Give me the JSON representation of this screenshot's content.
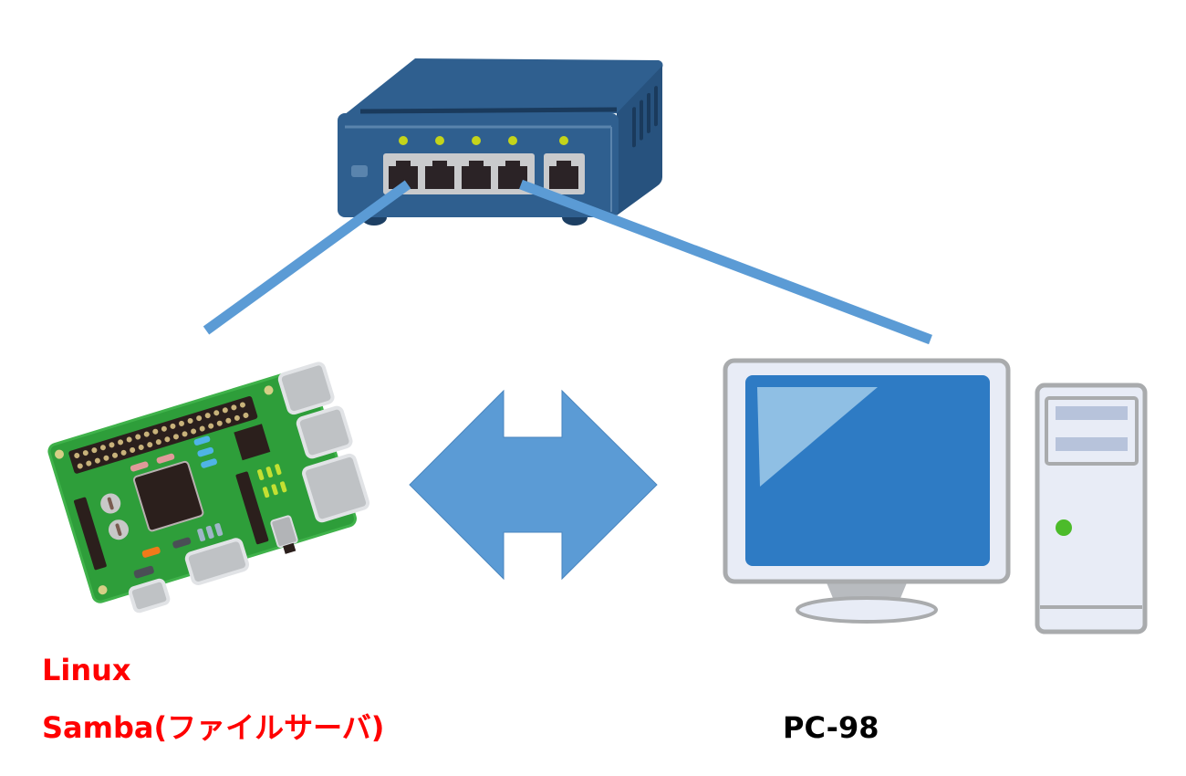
{
  "diagram": {
    "title": "",
    "nodes": [
      {
        "id": "switch",
        "kind": "network-switch",
        "ports": 5,
        "led_color": "#c4d41a"
      },
      {
        "id": "server",
        "kind": "raspberry-pi",
        "label_lines": [
          "Linux",
          "Samba(ファイルサーバ)"
        ],
        "label_color": "#ff0000"
      },
      {
        "id": "client",
        "kind": "desktop-pc",
        "label_lines": [
          "PC-98"
        ],
        "label_color": "#000000"
      }
    ],
    "edges": [
      {
        "from": "server",
        "to": "switch",
        "kind": "cable",
        "color": "#5b9bd5"
      },
      {
        "from": "client",
        "to": "switch",
        "kind": "cable",
        "color": "#5b9bd5"
      },
      {
        "from": "server",
        "to": "client",
        "kind": "bidirectional-arrow",
        "color": "#5b9bd5"
      }
    ]
  },
  "labels": {
    "server_line1": "Linux",
    "server_line2": "Samba(ファイルサーバ)",
    "client_line1": "PC-98"
  },
  "colors": {
    "cable": "#5b9bd5",
    "arrow": "#5b9bd5",
    "switch_body": "#2f5f8f",
    "switch_dark": "#1d3f63",
    "switch_led": "#c4d41a",
    "board_green": "#2e9e3a",
    "monitor_screen": "#2e7bc4",
    "monitor_highlight": "#8fbfe4",
    "bezel": "#e8ecf6",
    "outline_gray": "#a9abad",
    "pc_led": "#4cbb2a",
    "server_label": "#ff0000",
    "client_label": "#000000"
  }
}
